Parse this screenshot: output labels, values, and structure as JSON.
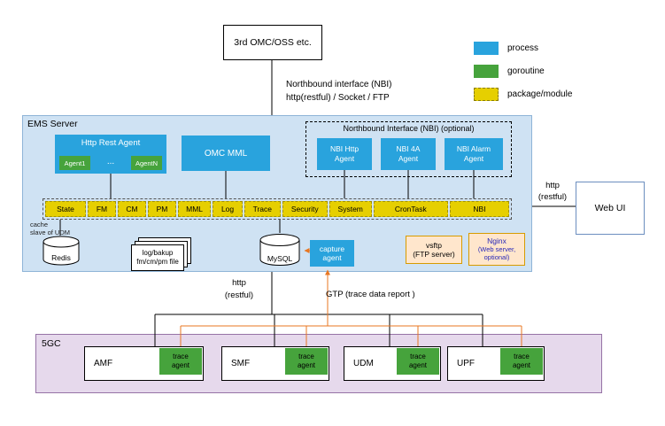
{
  "colors": {
    "process": "#29a3dd",
    "goroutine": "#46a33c",
    "package": "#e6cf00",
    "orange_line": "#e87722",
    "ems_fill": "#cfe2f3",
    "core_fill": "#e6d9ec"
  },
  "top_box": "3rd OMC/OSS etc.",
  "nbi_note": {
    "line1": "Northbound interface (NBI)",
    "line2": "http(restful) / Socket / FTP"
  },
  "legend": {
    "process": "process",
    "goroutine": "goroutine",
    "package": "package/module"
  },
  "ems": {
    "title": "EMS Server",
    "http_rest_agent": "Http Rest Agent",
    "agent1": "Agent1",
    "agent_dots": "...",
    "agentN": "AgentN",
    "omc_mml": "OMC MML",
    "nbi_group_title": "Northbound Interface (NBI)  (optional)",
    "nbi_http": {
      "line1": "NBI Http",
      "line2": "Agent"
    },
    "nbi_4a": {
      "line1": "NBI 4A",
      "line2": "Agent"
    },
    "nbi_alarm": {
      "line1": "NBI Alarm",
      "line2": "Agent"
    },
    "modules": [
      "State",
      "FM",
      "CM",
      "PM",
      "MML",
      "Log",
      "Trace",
      "Security",
      "System",
      "CronTask",
      "NBI"
    ],
    "redis_note": {
      "line1": "cache",
      "line2": "slave of UDM"
    },
    "redis": "Redis",
    "logfiles": {
      "line1": "log/bakup",
      "line2": "fm/cm/pm file"
    },
    "mysql": "MySQL",
    "capture": {
      "line1": "capture",
      "line2": "agent"
    },
    "vsftp": {
      "line1": "vsftp",
      "line2": "(FTP server)"
    },
    "nginx": {
      "line1": "Nginx",
      "line2": "(Web server,",
      "line3": "optional)"
    }
  },
  "web_ui": "Web UI",
  "edge_right": {
    "line1": "http",
    "line2": "(restful)"
  },
  "edge_bottom": {
    "line1": "http",
    "line2": "(restful)"
  },
  "gtp": "GTP  (trace data report )",
  "core": {
    "title": "5GC",
    "nodes": [
      {
        "name": "AMF"
      },
      {
        "name": "SMF"
      },
      {
        "name": "UDM"
      },
      {
        "name": "UPF"
      }
    ],
    "trace_agent": {
      "line1": "trace",
      "line2": "agent"
    }
  }
}
